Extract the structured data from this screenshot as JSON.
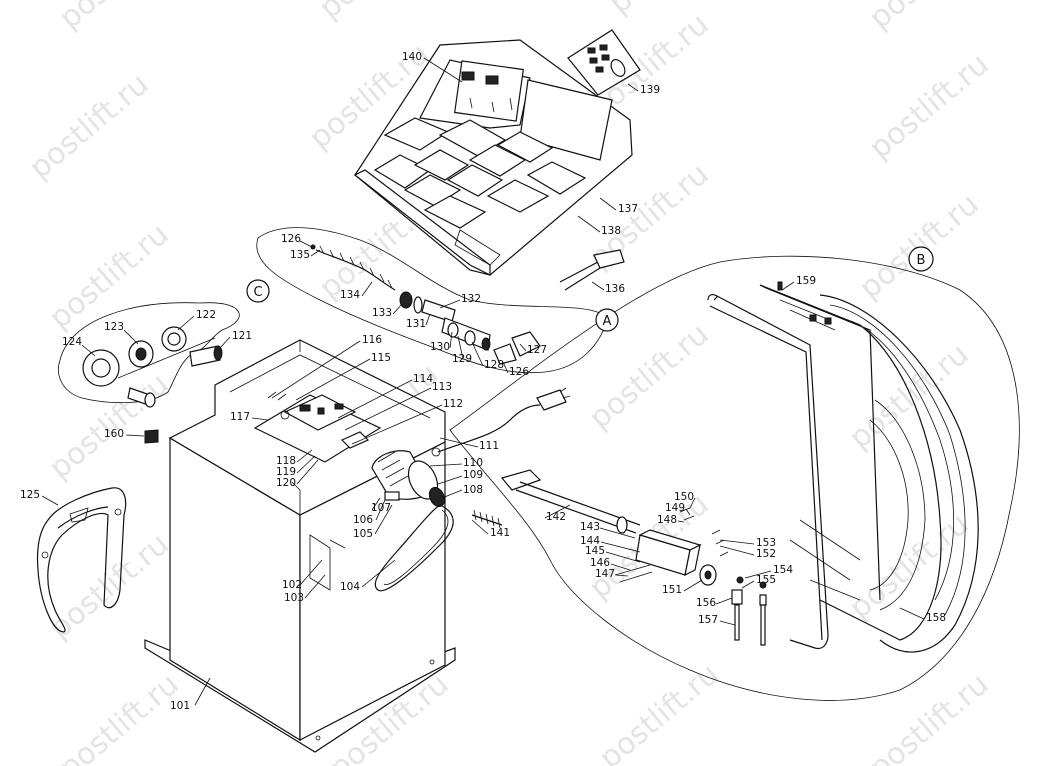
{
  "watermark": "postlift.ru",
  "group_labels": [
    "A",
    "B",
    "C"
  ],
  "part_numbers": [
    "101",
    "102",
    "103",
    "104",
    "105",
    "106",
    "107",
    "108",
    "109",
    "110",
    "111",
    "112",
    "113",
    "114",
    "115",
    "116",
    "117",
    "118",
    "119",
    "120",
    "121",
    "122",
    "123",
    "124",
    "125",
    "126",
    "127",
    "128",
    "129",
    "130",
    "131",
    "132",
    "133",
    "134",
    "135",
    "136",
    "137",
    "138",
    "139",
    "140",
    "141",
    "142",
    "143",
    "144",
    "145",
    "146",
    "147",
    "148",
    "149",
    "150",
    "151",
    "152",
    "153",
    "154",
    "155",
    "156",
    "157",
    "158",
    "159",
    "160"
  ]
}
